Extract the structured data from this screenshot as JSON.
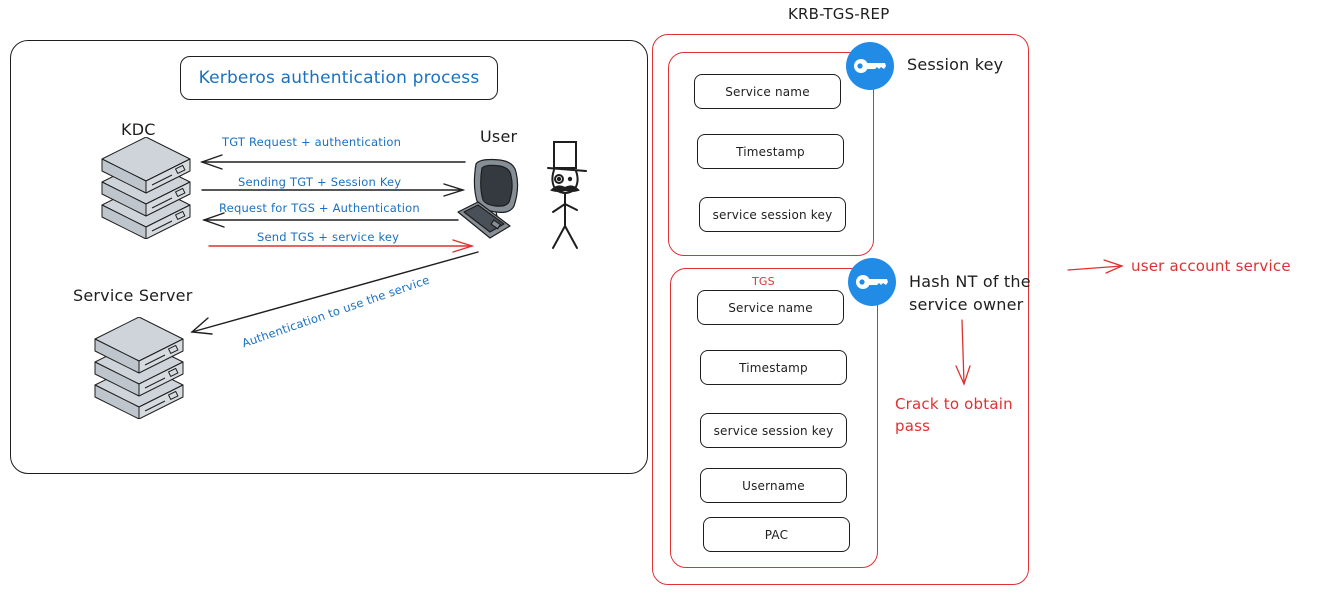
{
  "header": {
    "title": "KRB-TGS-REP"
  },
  "left_panel": {
    "title": "Kerberos authentication process",
    "kdc_label": "KDC",
    "user_label": "User",
    "service_server_label": "Service Server",
    "arrows": [
      {
        "label": "TGT Request + authentication",
        "direction": "user-to-kdc",
        "color": "#1e1e1e"
      },
      {
        "label": "Sending TGT + Session Key",
        "direction": "kdc-to-user",
        "color": "#1e1e1e"
      },
      {
        "label": "Request for TGS + Authentication",
        "direction": "user-to-kdc",
        "color": "#1e1e1e"
      },
      {
        "label": "Send TGS + service key",
        "direction": "kdc-to-user",
        "color": "#e03131"
      },
      {
        "label": "Authentication to use the service",
        "direction": "user-to-service-server",
        "color": "#1e1e1e"
      }
    ]
  },
  "right_panel": {
    "session_key_group": {
      "key_label": "Session key",
      "fields": [
        "Service name",
        "Timestamp",
        "service session key"
      ]
    },
    "tgs_group": {
      "tag": "TGS",
      "key_label_line1": "Hash NT of the",
      "key_label_line2": "service owner",
      "fields": [
        "Service name",
        "Timestamp",
        "service session key",
        "Username",
        "PAC"
      ]
    },
    "crack_note_line1": "Crack to obtain",
    "crack_note_line2": "pass",
    "side_note": "user account service"
  },
  "colors": {
    "accent_blue": "#1971c2",
    "key_blue": "#228be6",
    "alert_red": "#e03131",
    "server_gray": "#ced4da",
    "stroke": "#1e1e1e"
  }
}
